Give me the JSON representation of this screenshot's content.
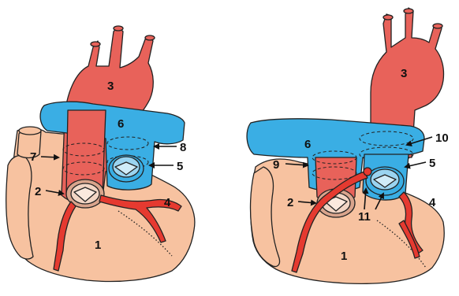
{
  "colors": {
    "heart": "#f7c2a0",
    "aorta": "#e8625a",
    "artery": "#e53a30",
    "pulmonary": "#3aaee4",
    "valve": "#d9a48c",
    "outline": "#222222"
  },
  "left_panel": {
    "labels": {
      "l1": "1",
      "l2": "2",
      "l3": "3",
      "l4": "4",
      "l5": "5",
      "l6": "6",
      "l7": "7",
      "l8": "8"
    }
  },
  "right_panel": {
    "labels": {
      "l1": "1",
      "l2": "2",
      "l3": "3",
      "l4": "4",
      "l5": "5",
      "l6": "6",
      "l9": "9",
      "l10": "10",
      "l11": "11"
    }
  }
}
